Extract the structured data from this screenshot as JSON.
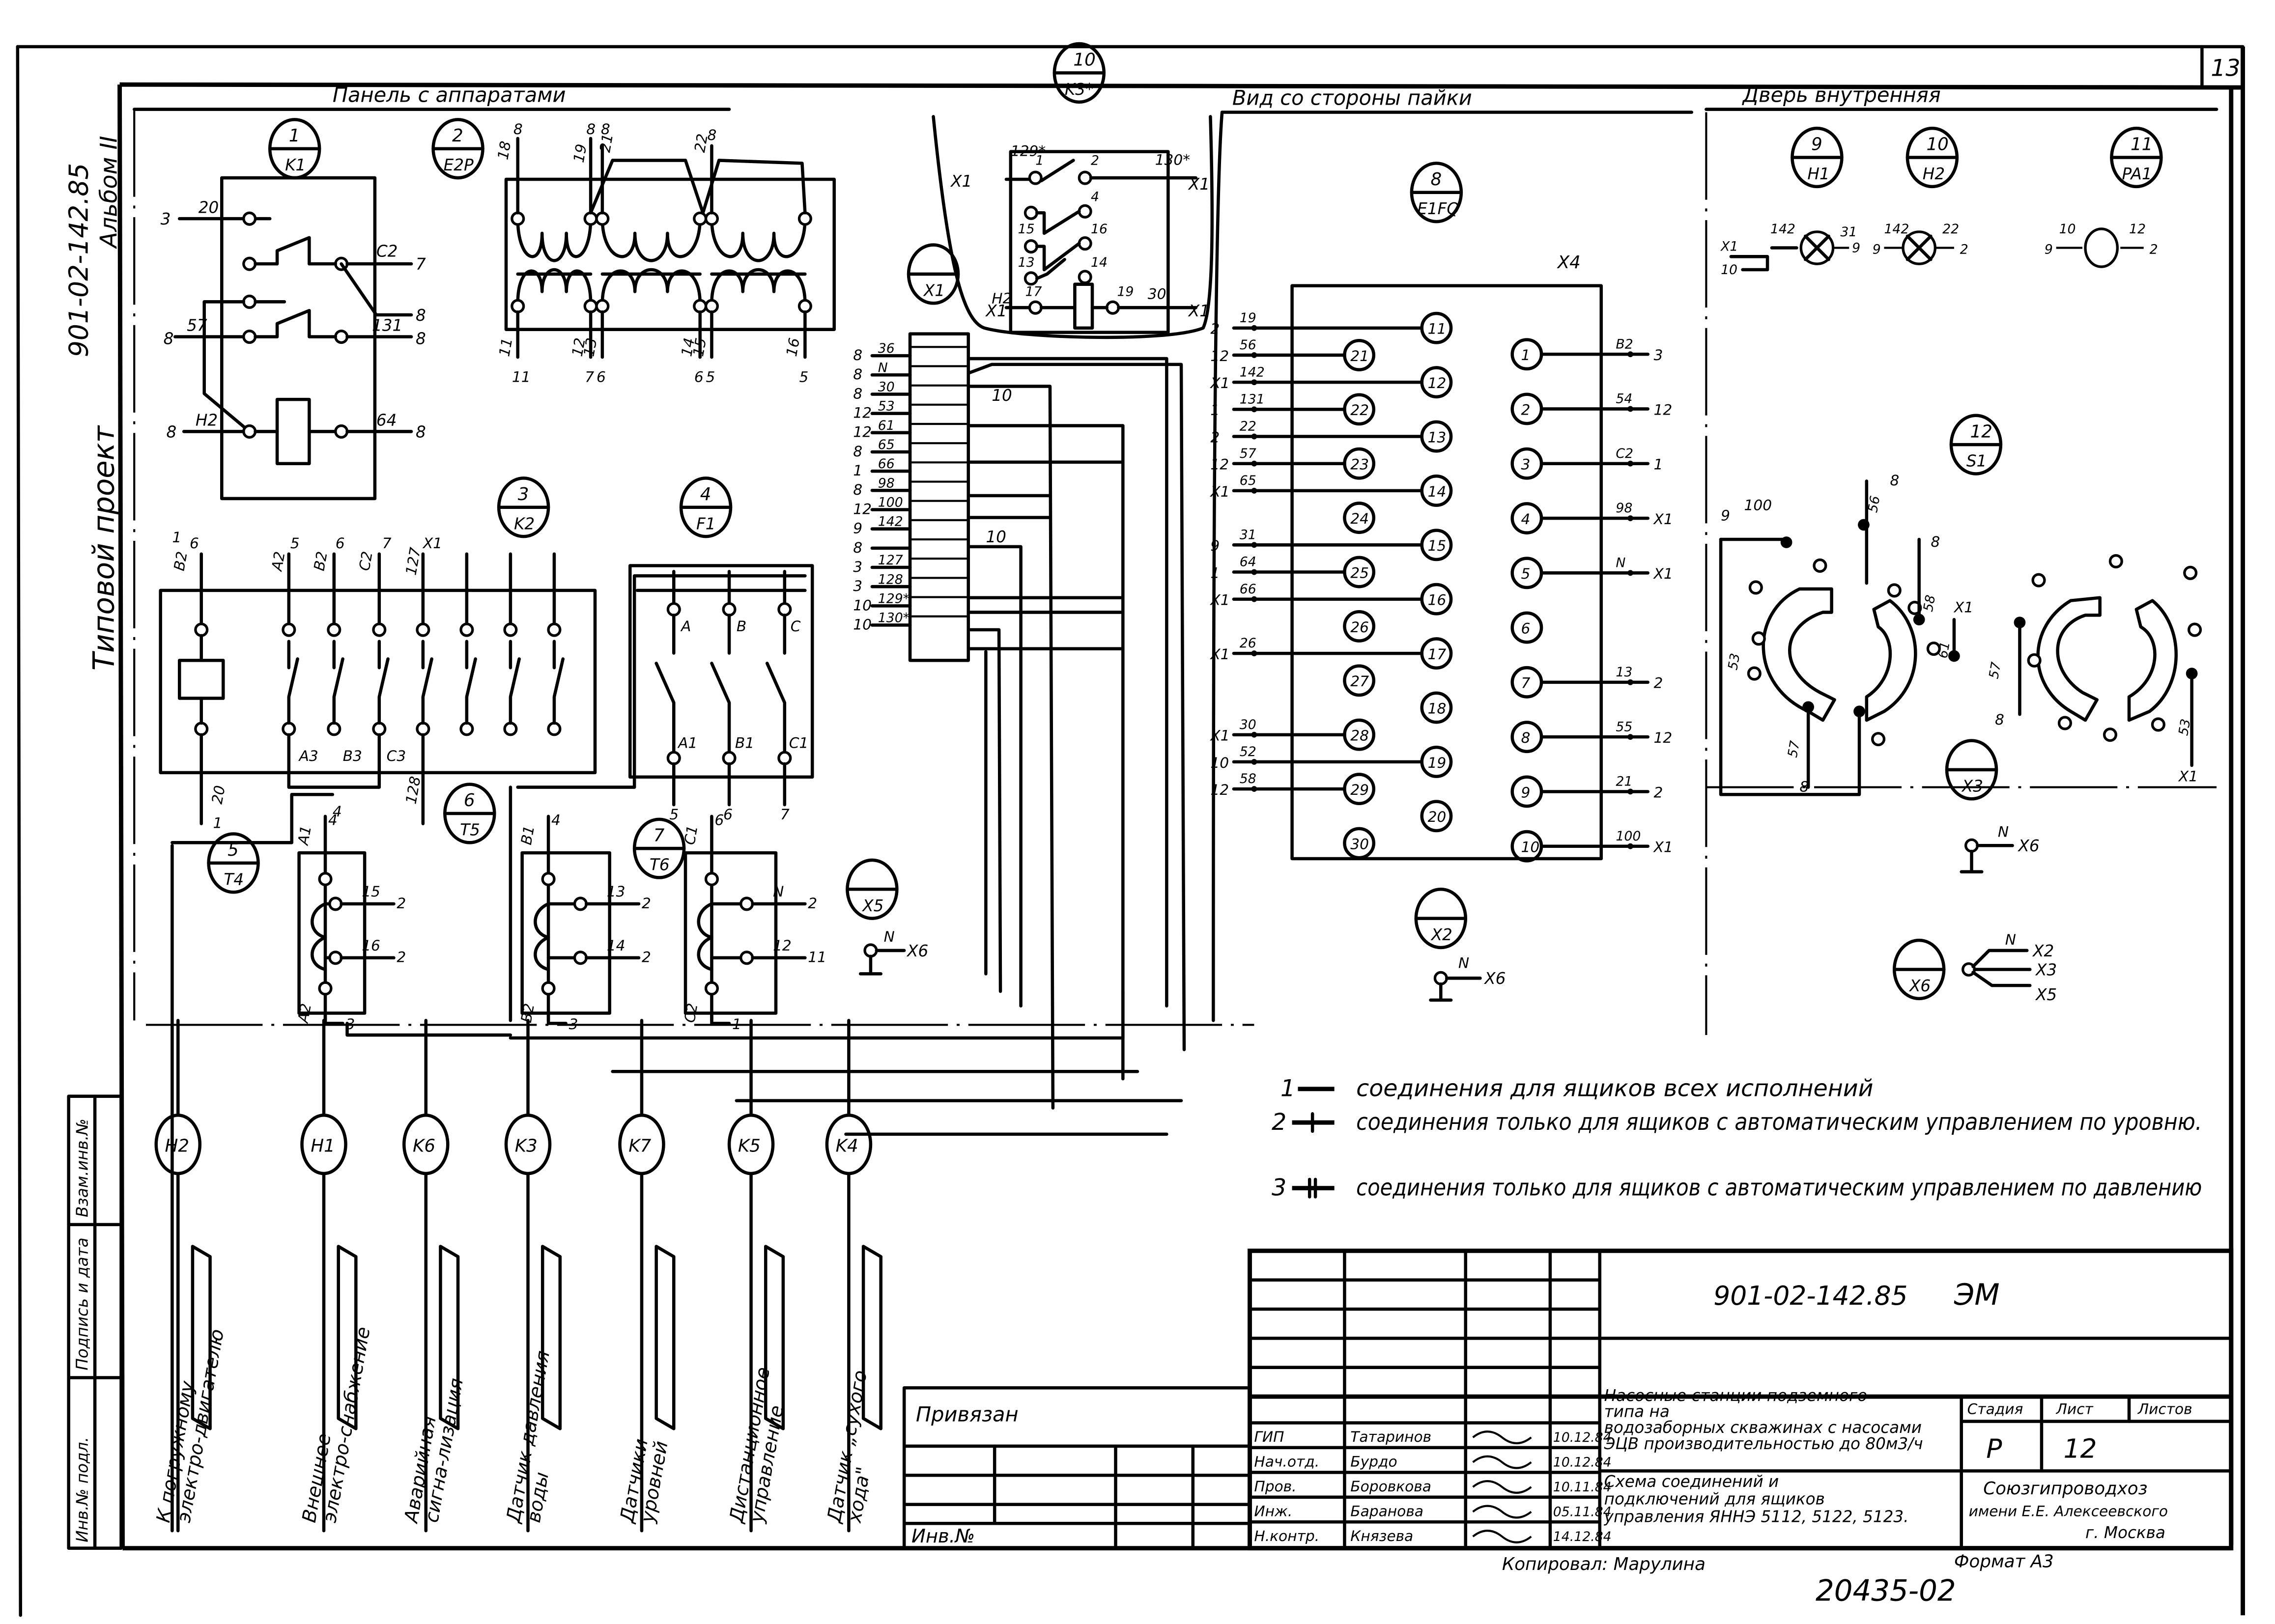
{
  "sheet": {
    "corner_number": "13",
    "side_title_lines": [
      "901-02-142.85",
      "Альбом II",
      "Типовой проект"
    ],
    "side_stamp": [
      "Инв.№ подл.",
      "Подпись и дата",
      "Взам.инв.№"
    ]
  },
  "sections": {
    "panel": "Панель с аппаратами",
    "solder_view": "Вид со стороны пайки",
    "door": "Дверь внутренняя"
  },
  "designators": [
    {
      "num": "1",
      "ref": "K1"
    },
    {
      "num": "2",
      "ref": "E2P"
    },
    {
      "num": "3",
      "ref": "K2"
    },
    {
      "num": "4",
      "ref": "F1"
    },
    {
      "num": "5",
      "ref": "T4"
    },
    {
      "num": "6",
      "ref": "T5"
    },
    {
      "num": "7",
      "ref": "T6"
    },
    {
      "num": "8",
      "ref": "E1FQ"
    },
    {
      "num": "9",
      "ref": "H1"
    },
    {
      "num": "10",
      "ref": "H2"
    },
    {
      "num": "10",
      "ref": "K3*"
    },
    {
      "num": "11",
      "ref": "PA1"
    },
    {
      "num": "12",
      "ref": "S1"
    },
    {
      "num": "",
      "ref": "X1"
    },
    {
      "num": "",
      "ref": "X2"
    },
    {
      "num": "",
      "ref": "X3"
    },
    {
      "num": "",
      "ref": "X5"
    },
    {
      "num": "",
      "ref": "X6"
    }
  ],
  "k1": {
    "wires": [
      "20",
      "C2",
      "57",
      "131",
      "H2",
      "64"
    ],
    "ends": [
      "3",
      "7",
      "8",
      "8",
      "8",
      "8",
      "8"
    ]
  },
  "transformer_e2p": {
    "top_wires": [
      "18",
      "19",
      "21",
      "22"
    ],
    "top_ends": [
      "8",
      "8",
      "8",
      "8"
    ],
    "bottom_wires": [
      "11",
      "12",
      "13",
      "14",
      "15",
      "16"
    ],
    "bottom_ends": [
      "11",
      "7",
      "6",
      "6",
      "5",
      "5"
    ]
  },
  "k2": {
    "top_wires": [
      "B2",
      "A2",
      "B2",
      "C2",
      "127"
    ],
    "top_ends": [
      "1",
      "6",
      "5",
      "6",
      "7",
      "X1"
    ],
    "bottom_labels": [
      "A3",
      "B3",
      "C3"
    ],
    "bottom_wires": [
      "20",
      "128"
    ],
    "bottom_ends": [
      "1",
      "4"
    ]
  },
  "f1": {
    "top_labels": [
      "A",
      "B",
      "C"
    ],
    "bottom_labels": [
      "A1",
      "B1",
      "C1"
    ],
    "bottom_ends": [
      "5",
      "6",
      "7"
    ]
  },
  "x1_block": {
    "rows": [
      {
        "end": "8",
        "wire": "36"
      },
      {
        "end": "8",
        "wire": "N"
      },
      {
        "end": "8",
        "wire": "30"
      },
      {
        "end": "12",
        "wire": "53"
      },
      {
        "end": "12",
        "wire": "61"
      },
      {
        "end": "8",
        "wire": "65"
      },
      {
        "end": "1",
        "wire": "66"
      },
      {
        "end": "8",
        "wire": "98"
      },
      {
        "end": "12",
        "wire": "100"
      },
      {
        "end": "9",
        "wire": "142"
      },
      {
        "end": "8",
        "wire": ""
      },
      {
        "end": "3",
        "wire": "127"
      },
      {
        "end": "3",
        "wire": "128"
      },
      {
        "end": "10",
        "wire": "129*"
      },
      {
        "end": "10",
        "wire": "130*"
      }
    ],
    "right_labels": [
      "10",
      "10"
    ]
  },
  "k3": {
    "left_wires": [
      "129*",
      "H2"
    ],
    "right_wires": [
      "130*",
      "30"
    ],
    "left_ends": [
      "X1",
      "X1"
    ],
    "right_ends": [
      "X1",
      "X1"
    ],
    "contacts": [
      "1",
      "2",
      "4",
      "15",
      "16",
      "13",
      "14",
      "17",
      "19"
    ]
  },
  "x4_block": {
    "title": "X4",
    "left": [
      {
        "end": "2",
        "wire": "19",
        "pin": "11"
      },
      {
        "end": "12",
        "wire": "56",
        "pin": "21"
      },
      {
        "end": "X1",
        "wire": "142",
        "pin": "12"
      },
      {
        "end": "1",
        "wire": "131",
        "pin": "22"
      },
      {
        "end": "2",
        "wire": "22",
        "pin": "13"
      },
      {
        "end": "12",
        "wire": "57",
        "pin": "23"
      },
      {
        "end": "X1",
        "wire": "65",
        "pin": "14"
      },
      {
        "end": "",
        "wire": "",
        "pin": "24"
      },
      {
        "end": "9",
        "wire": "31",
        "pin": "15"
      },
      {
        "end": "1",
        "wire": "64",
        "pin": "25"
      },
      {
        "end": "X1",
        "wire": "66",
        "pin": "16"
      },
      {
        "end": "",
        "wire": "",
        "pin": "26"
      },
      {
        "end": "X1",
        "wire": "26",
        "pin": "17"
      },
      {
        "end": "",
        "wire": "",
        "pin": "27"
      },
      {
        "end": "",
        "wire": "",
        "pin": "18"
      },
      {
        "end": "X1",
        "wire": "30",
        "pin": "28"
      },
      {
        "end": "10",
        "wire": "52",
        "pin": "19"
      },
      {
        "end": "12",
        "wire": "58",
        "pin": "29"
      },
      {
        "end": "",
        "wire": "",
        "pin": "20"
      },
      {
        "end": "",
        "wire": "",
        "pin": "30"
      }
    ],
    "right": [
      {
        "pin": "1",
        "wire": "B2",
        "end": "3"
      },
      {
        "pin": "2",
        "wire": "54",
        "end": "12"
      },
      {
        "pin": "3",
        "wire": "C2",
        "end": "1"
      },
      {
        "pin": "4",
        "wire": "98",
        "end": "X1"
      },
      {
        "pin": "5",
        "wire": "N",
        "end": "X1"
      },
      {
        "pin": "6",
        "wire": "",
        "end": ""
      },
      {
        "pin": "7",
        "wire": "13",
        "end": "2"
      },
      {
        "pin": "8",
        "wire": "55",
        "end": "12"
      },
      {
        "pin": "9",
        "wire": "21",
        "end": "2"
      },
      {
        "pin": "10",
        "wire": "100",
        "end": "X1"
      }
    ]
  },
  "transformers": [
    {
      "top": "A1",
      "in": "4",
      "outs": [
        {
          "wire": "15",
          "end": "2"
        },
        {
          "wire": "16",
          "end": "2"
        }
      ],
      "bottom": "A2",
      "bend": "3"
    },
    {
      "top": "B1",
      "in": "4",
      "outs": [
        {
          "wire": "13",
          "end": "2"
        },
        {
          "wire": "14",
          "end": "2"
        }
      ],
      "bottom": "B2",
      "bend": "3"
    },
    {
      "top": "C1",
      "in": "6",
      "outs": [
        {
          "wire": "N",
          "end": "2"
        },
        {
          "wire": "12",
          "end": "11"
        }
      ],
      "bottom": "C2",
      "bend": "1"
    }
  ],
  "ground": [
    {
      "wire": "N",
      "end": "X6"
    }
  ],
  "door": {
    "lamps": [
      {
        "in_wire": "142",
        "out_wire": "31",
        "ends": [
          "X1",
          "10",
          "9"
        ]
      },
      {
        "in_wire": "142",
        "out_wire": "22",
        "ends": [
          "9",
          "2"
        ]
      }
    ],
    "meter": {
      "in_wire": "10",
      "out_wire": "12",
      "ends": [
        "9",
        "2"
      ]
    },
    "switch_labels": [
      "100",
      "9",
      "8",
      "56",
      "58",
      "X1",
      "8",
      "61",
      "53",
      "57",
      "8",
      "53",
      "X1",
      "57",
      "8"
    ],
    "x6_fan": {
      "wire": "N",
      "targets": [
        "X2",
        "X3",
        "X5"
      ]
    }
  },
  "external": [
    {
      "ref": "H2",
      "label": "К погружному электро-двигателю"
    },
    {
      "ref": "H1",
      "label": "Внешнее электро-снабжение"
    },
    {
      "ref": "K6",
      "label": "Аварийная сигна-лизация"
    },
    {
      "ref": "K3",
      "label": "Датчик давления воды"
    },
    {
      "ref": "K7",
      "label": "Датчики уровней"
    },
    {
      "ref": "K5",
      "label": "Дистанционное управление"
    },
    {
      "ref": "K4",
      "label": "Датчик „сухого хода\""
    }
  ],
  "legend": [
    {
      "num": "1",
      "text": "соединения для ящиков всех исполнений"
    },
    {
      "num": "2",
      "text": "соединения только для ящиков с автоматическим управлением по уровню."
    },
    {
      "num": "3",
      "text": "соединения только для ящиков с автоматическим управлением по давлению"
    }
  ],
  "title_block": {
    "doc_code": "901-02-142.85",
    "mark": "ЭМ",
    "bound": "Привязан",
    "inv": "Инв.№",
    "project_title": "Насосные станции подземного типа на водозаборных скважинах с насосами ЭЦВ производительностью до 80м3/ч",
    "sheet_title": "Схема соединений и подключений для ящиков управления ЯННЭ 5112, 5122, 5123.",
    "stage_label": "Стадия",
    "sheet_label": "Лист",
    "sheets_label": "Листов",
    "stage": "Р",
    "sheet": "12",
    "sheets": "",
    "org": [
      "Союзгипроводхоз",
      "имени Е.Е. Алексеевского",
      "г. Москва"
    ],
    "staff": [
      {
        "role": "ГИП",
        "name": "Татаринов",
        "date": "10.12.84"
      },
      {
        "role": "Нач.отд.",
        "name": "Бурдо",
        "date": "10.12.84"
      },
      {
        "role": "Пров.",
        "name": "Боровкова",
        "date": "10.11.84"
      },
      {
        "role": "Инж.",
        "name": "Баранова",
        "date": "05.11.84"
      },
      {
        "role": "Н.контр.",
        "name": "Князева",
        "date": "14.12.84"
      }
    ],
    "copied": "Копировал: Марулина",
    "format": "Формат А3",
    "archive": "20435-02"
  }
}
